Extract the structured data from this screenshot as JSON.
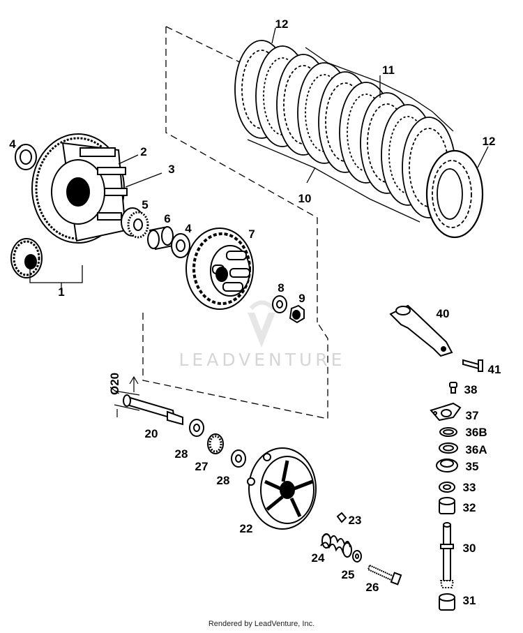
{
  "footer": "Rendered by LeadVenture, Inc.",
  "watermark": "LEADVENTURE",
  "dimension_label": "Ø20",
  "callouts": {
    "c1": "1",
    "c2": "2",
    "c3": "3",
    "c4a": "4",
    "c4b": "4",
    "c5": "5",
    "c6": "6",
    "c7": "7",
    "c8": "8",
    "c9": "9",
    "c10": "10",
    "c11": "11",
    "c12a": "12",
    "c12b": "12",
    "c20": "20",
    "c22": "22",
    "c23": "23",
    "c24": "24",
    "c25": "25",
    "c26": "26",
    "c27": "27",
    "c28a": "28",
    "c28b": "28",
    "c30": "30",
    "c31": "31",
    "c32": "32",
    "c33": "33",
    "c35": "35",
    "c36a": "36A",
    "c36b": "36B",
    "c37": "37",
    "c38": "38",
    "c40": "40",
    "c41": "41"
  }
}
